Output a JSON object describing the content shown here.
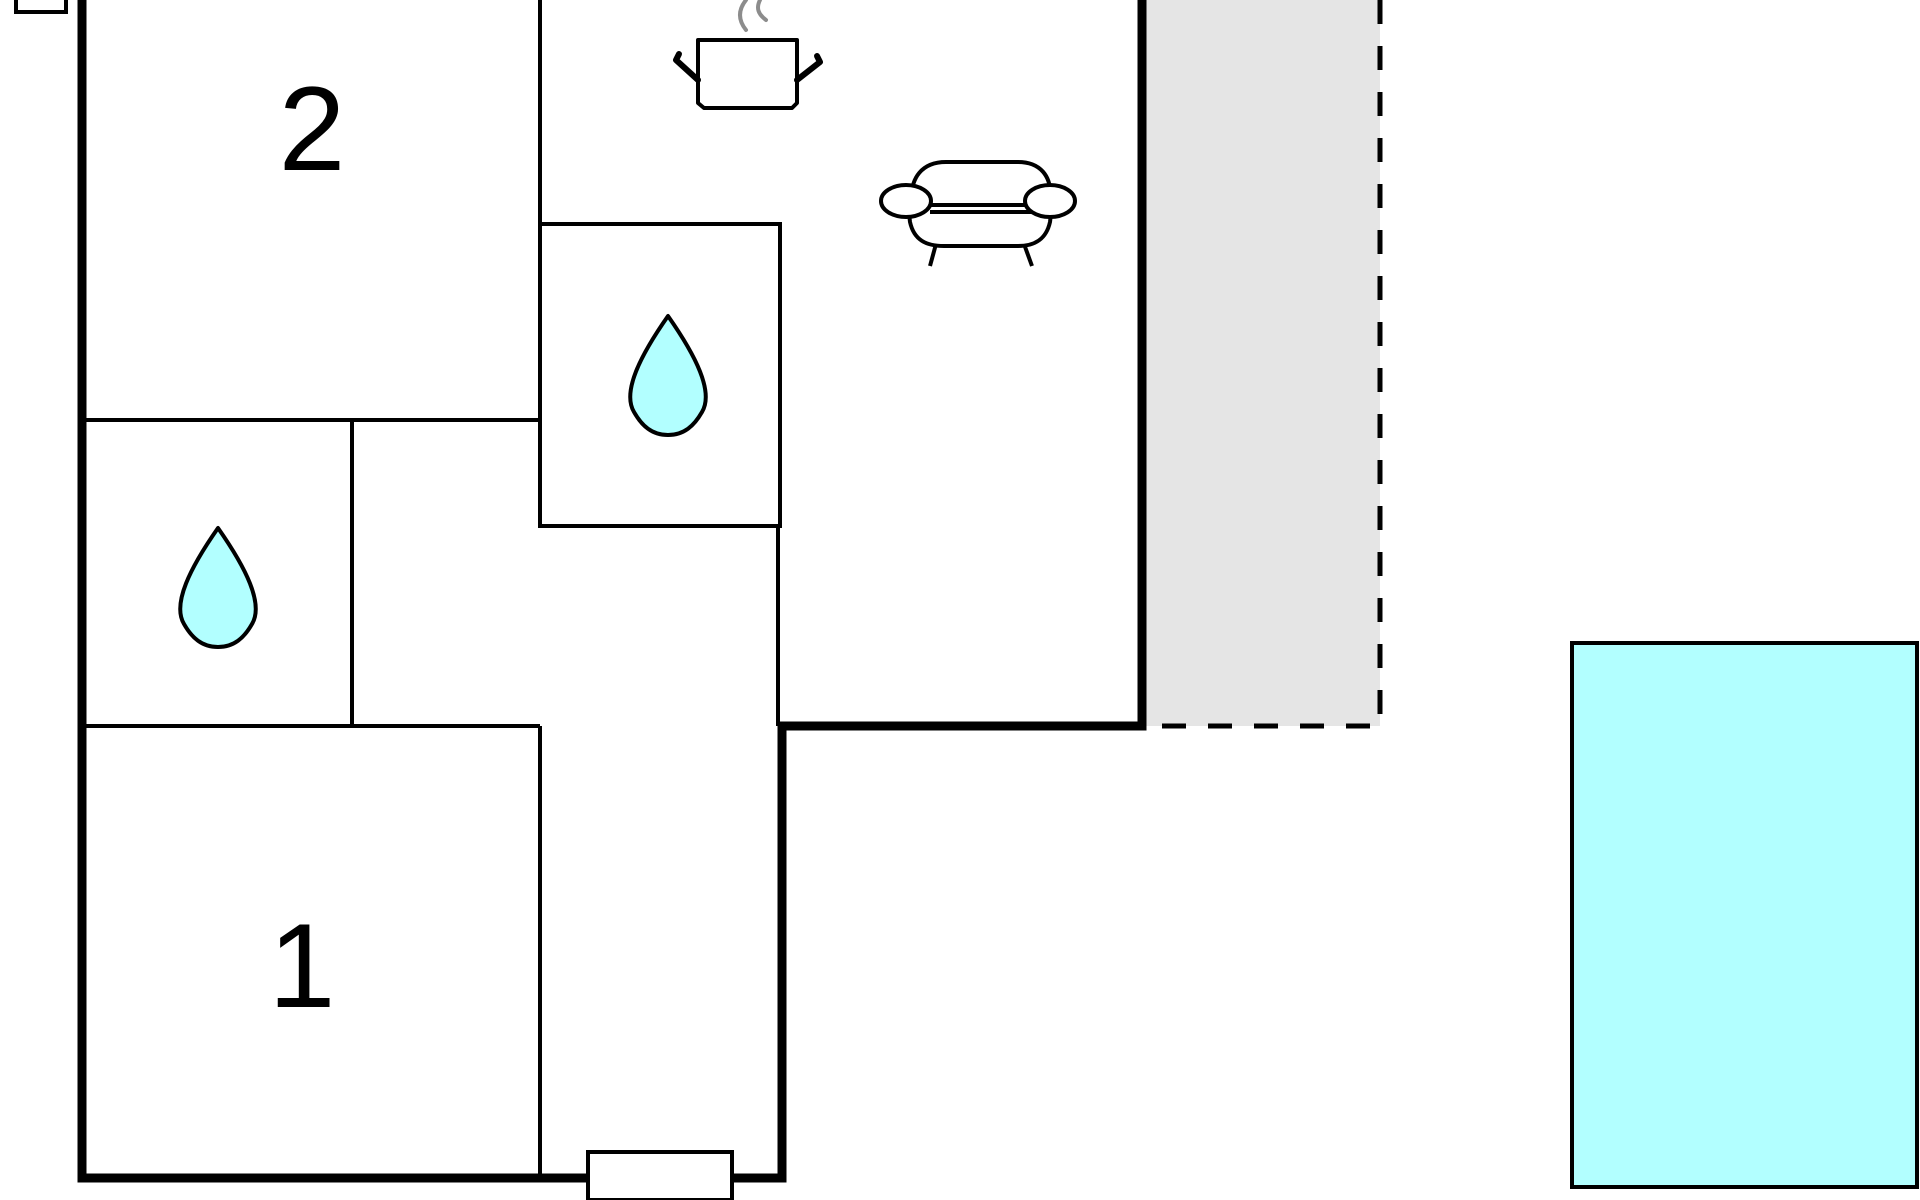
{
  "floor_plan": {
    "rooms": [
      {
        "id": "bedroom-2",
        "label": "2"
      },
      {
        "id": "bedroom-1",
        "label": "1"
      }
    ],
    "icons": [
      {
        "room": "bathroom-upper",
        "icon": "water-drop-icon"
      },
      {
        "room": "bathroom-lower",
        "icon": "water-drop-icon"
      },
      {
        "room": "kitchen",
        "icon": "cooking-pot-icon"
      },
      {
        "room": "living-room",
        "icon": "sofa-icon"
      }
    ],
    "colors": {
      "wall": "#000000",
      "water": "#b2ffff",
      "terrace": "#e5e5e5",
      "steam": "#8c8c8c",
      "background": "#ffffff"
    }
  }
}
